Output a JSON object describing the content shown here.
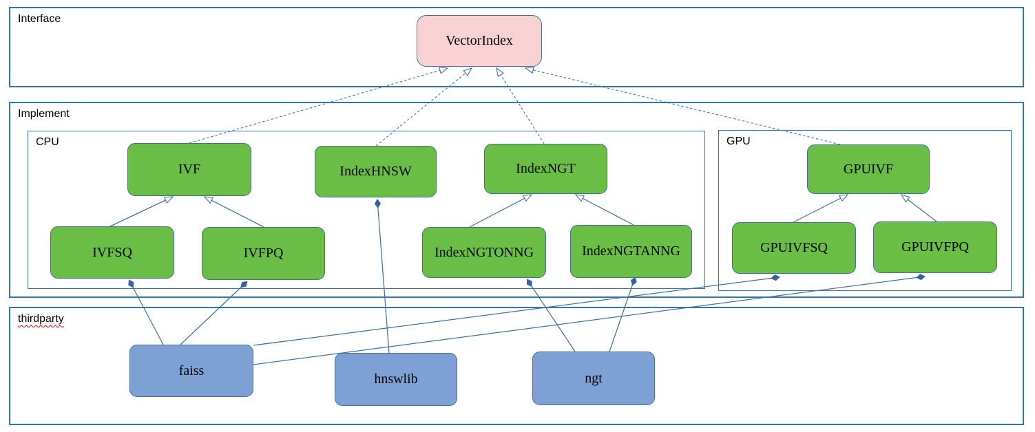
{
  "containers": {
    "interface": {
      "label": "Interface"
    },
    "implement": {
      "label": "Implement"
    },
    "cpu": {
      "label": "CPU"
    },
    "gpu": {
      "label": "GPU"
    },
    "thirdparty": {
      "label": "thirdparty"
    }
  },
  "nodes": {
    "vectorindex": {
      "label": "VectorIndex",
      "kind": "interface"
    },
    "ivf": {
      "label": "IVF",
      "kind": "implementation"
    },
    "indexhnsw": {
      "label": "IndexHNSW",
      "kind": "implementation"
    },
    "indexngt": {
      "label": "IndexNGT",
      "kind": "implementation"
    },
    "gpuivf": {
      "label": "GPUIVF",
      "kind": "implementation"
    },
    "ivfsq": {
      "label": "IVFSQ",
      "kind": "implementation"
    },
    "ivfpq": {
      "label": "IVFPQ",
      "kind": "implementation"
    },
    "indexngtonng": {
      "label": "IndexNGTONNG",
      "kind": "implementation"
    },
    "indexngtanng": {
      "label": "IndexNGTANNG",
      "kind": "implementation"
    },
    "gpuivfsq": {
      "label": "GPUIVFSQ",
      "kind": "implementation"
    },
    "gpuivfpq": {
      "label": "GPUIVFPQ",
      "kind": "implementation"
    },
    "faiss": {
      "label": "faiss",
      "kind": "thirdparty-library"
    },
    "hnswlib": {
      "label": "hnswlib",
      "kind": "thirdparty-library"
    },
    "ngt": {
      "label": "ngt",
      "kind": "thirdparty-library"
    }
  },
  "edges": {
    "realizations": [
      {
        "id": "ivf-vectorindex",
        "from": "ivf",
        "to": "vectorindex"
      },
      {
        "id": "indexhnsw-vectorindex",
        "from": "indexhnsw",
        "to": "vectorindex"
      },
      {
        "id": "indexngt-vectorindex",
        "from": "indexngt",
        "to": "vectorindex"
      },
      {
        "id": "gpuivf-vectorindex",
        "from": "gpuivf",
        "to": "vectorindex"
      }
    ],
    "generalizations": [
      {
        "id": "ivfsq-ivf",
        "from": "ivfsq",
        "to": "ivf"
      },
      {
        "id": "ivfpq-ivf",
        "from": "ivfpq",
        "to": "ivf"
      },
      {
        "id": "indexngtonng-indexngt",
        "from": "indexngtonng",
        "to": "indexngt"
      },
      {
        "id": "indexngtanng-indexngt",
        "from": "indexngtanng",
        "to": "indexngt"
      },
      {
        "id": "gpuivfsq-gpuivf",
        "from": "gpuivfsq",
        "to": "gpuivf"
      },
      {
        "id": "gpuivfpq-gpuivf",
        "from": "gpuivfpq",
        "to": "gpuivf"
      }
    ],
    "compositions": [
      {
        "id": "faiss-ivfsq",
        "from": "faiss",
        "to": "ivfsq"
      },
      {
        "id": "faiss-ivfpq",
        "from": "faiss",
        "to": "ivfpq"
      },
      {
        "id": "hnswlib-indexhnsw",
        "from": "hnswlib",
        "to": "indexhnsw"
      },
      {
        "id": "ngt-indexngtonng",
        "from": "ngt",
        "to": "indexngtonng"
      },
      {
        "id": "ngt-indexngtanng",
        "from": "ngt",
        "to": "indexngtanng"
      },
      {
        "id": "faiss-gpuivfsq",
        "from": "faiss",
        "to": "gpuivfsq"
      },
      {
        "id": "faiss-gpuivfpq",
        "from": "faiss",
        "to": "gpuivfpq"
      }
    ]
  },
  "colors": {
    "container-border": "#2E75B6",
    "node-border": "#41719C",
    "green-fill": "#6ABD45",
    "blue-fill": "#7DA1D4",
    "pink-fill": "#F8D2D2",
    "edge": "#41719C",
    "diamond": "#35639F",
    "spellcheck-red": "#CC0000"
  }
}
